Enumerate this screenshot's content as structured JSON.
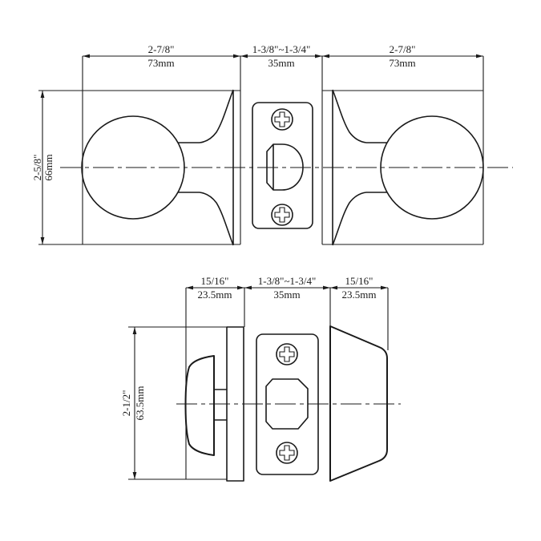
{
  "colors": {
    "line": "#1a1a1a",
    "background": "#ffffff"
  },
  "top_view": {
    "title": "knob-lockset-side-view",
    "dim_width_left": {
      "primary": "2-7/8\"",
      "metric": "73mm"
    },
    "dim_width_middle": {
      "primary": "1-3/8\"~1-3/4\"",
      "metric": "35mm"
    },
    "dim_width_right": {
      "primary": "2-7/8\"",
      "metric": "73mm"
    },
    "dim_height": {
      "primary": "2-5/8\"",
      "metric": "66mm"
    }
  },
  "bottom_view": {
    "title": "deadbolt-side-view",
    "dim_width_left": {
      "primary": "15/16\"",
      "metric": "23.5mm"
    },
    "dim_width_middle": {
      "primary": "1-3/8\"~1-3/4\"",
      "metric": "35mm"
    },
    "dim_width_right": {
      "primary": "15/16\"",
      "metric": "23.5mm"
    },
    "dim_height": {
      "primary": "2-1/2\"",
      "metric": "63.5mm"
    }
  }
}
